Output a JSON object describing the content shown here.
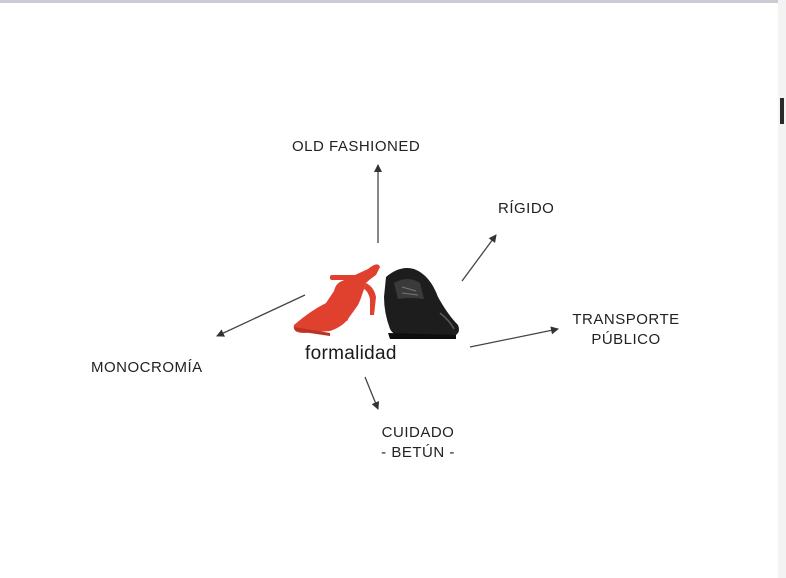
{
  "diagram": {
    "center": "formalidad",
    "items": [
      {
        "id": "old",
        "text": "OLD FASHIONED"
      },
      {
        "id": "rigido",
        "text": "RÍGIDO"
      },
      {
        "id": "transporte_1",
        "text": "TRANSPORTE"
      },
      {
        "id": "transporte_2",
        "text": "PÚBLICO"
      },
      {
        "id": "monocromia",
        "text": "MONOCROMÍA"
      },
      {
        "id": "cuidado_1",
        "text": "CUIDADO"
      },
      {
        "id": "cuidado_2",
        "text": "- BETÚN -"
      }
    ],
    "image": "red-sandal-and-black-oxford-shoes"
  },
  "colors": {
    "accent_red": "#e0402e",
    "shoe_black": "#1d1d1d"
  }
}
